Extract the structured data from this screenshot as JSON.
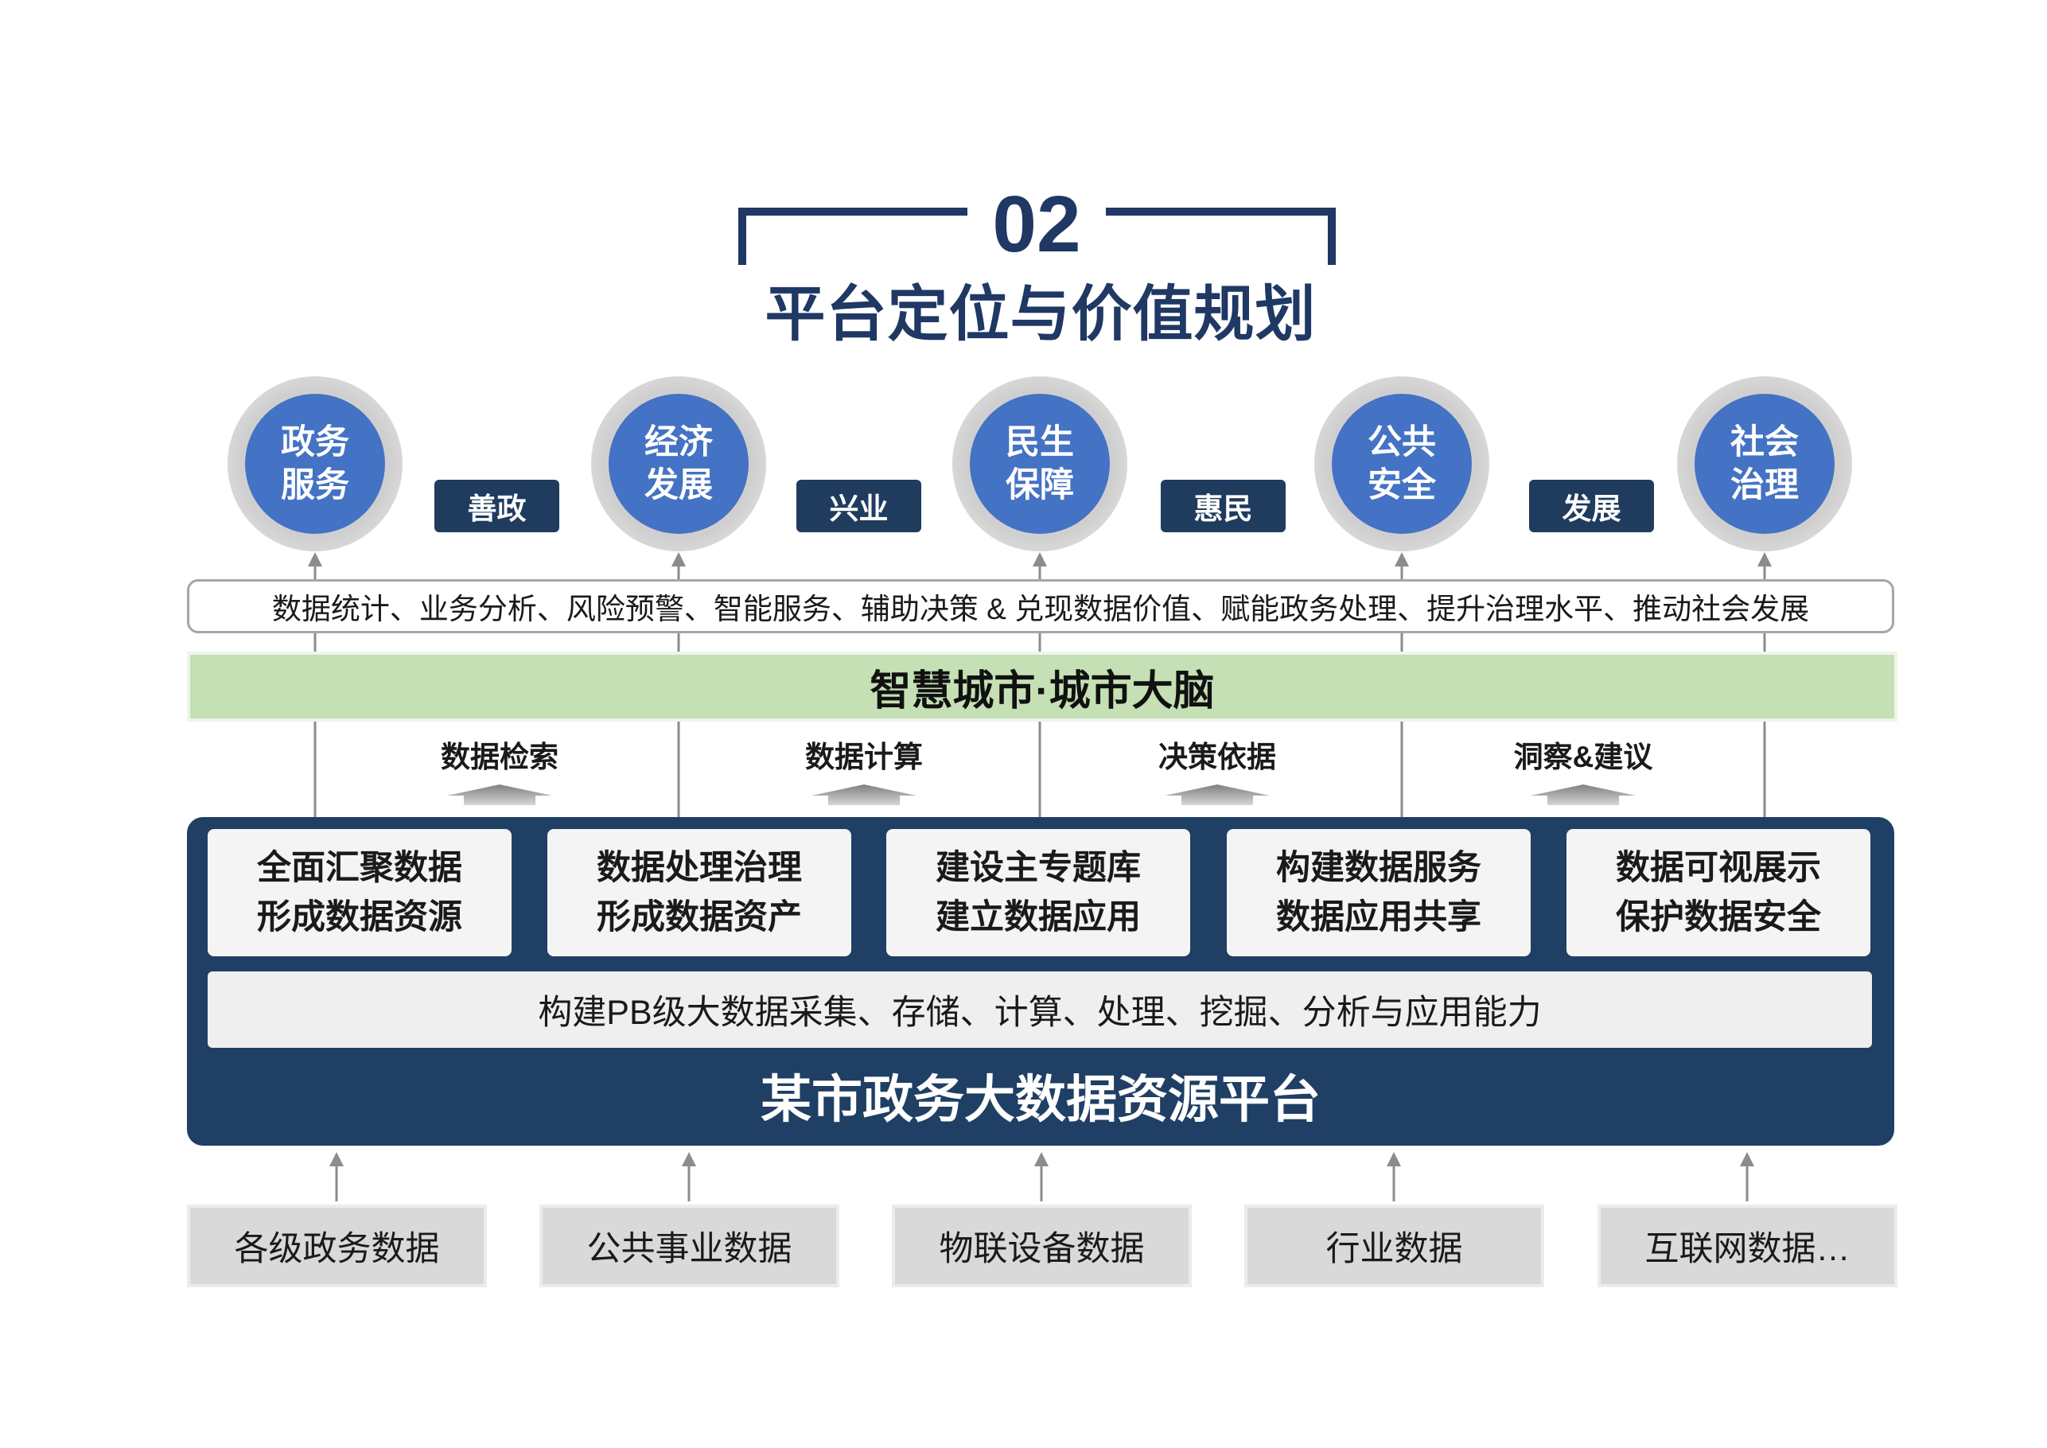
{
  "header": {
    "section_number": "02",
    "title": "平台定位与价值规划"
  },
  "goals": [
    {
      "line1": "政务",
      "line2": "服务"
    },
    {
      "line1": "经济",
      "line2": "发展"
    },
    {
      "line1": "民生",
      "line2": "保障"
    },
    {
      "line1": "公共",
      "line2": "安全"
    },
    {
      "line1": "社会",
      "line2": "治理"
    }
  ],
  "connectors": [
    "善政",
    "兴业",
    "惠民",
    "发展"
  ],
  "value_bar": "数据统计、业务分析、风险预警、智能服务、辅助决策 & 兑现数据价值、赋能政务处理、提升治理水平、推动社会发展",
  "brain_bar": "智慧城市·城市大脑",
  "flows": [
    "数据检索",
    "数据计算",
    "决策依据",
    "洞察&建议"
  ],
  "platform": {
    "capabilities": [
      {
        "line1": "全面汇聚数据",
        "line2": "形成数据资源"
      },
      {
        "line1": "数据处理治理",
        "line2": "形成数据资产"
      },
      {
        "line1": "建设主专题库",
        "line2": "建立数据应用"
      },
      {
        "line1": "构建数据服务",
        "line2": "数据应用共享"
      },
      {
        "line1": "数据可视展示",
        "line2": "保护数据安全"
      }
    ],
    "foundation": "构建PB级大数据采集、存储、计算、处理、挖掘、分析与应用能力",
    "name": "某市政务大数据资源平台"
  },
  "sources": [
    "各级政务数据",
    "公共事业数据",
    "物联设备数据",
    "行业数据",
    "互联网数据…"
  ],
  "colors": {
    "navy": "#1f3f64",
    "title": "#1f3864",
    "blue": "#4472c4",
    "label": "#1f3b5e",
    "green": "#c5e0b4",
    "source": "#d9d9d9"
  }
}
